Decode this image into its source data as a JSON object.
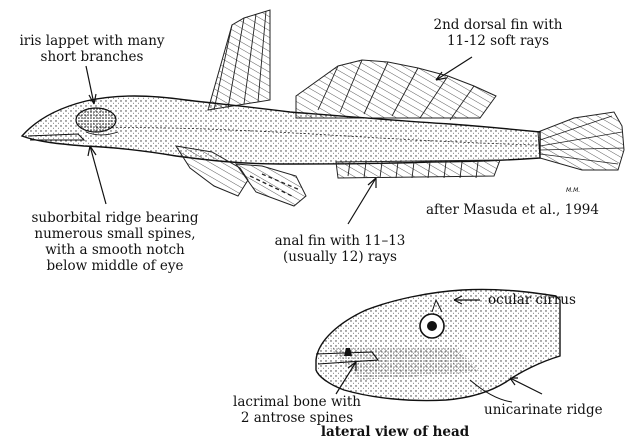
{
  "labels": {
    "iris_lappet": [
      "iris lappet with many",
      "short branches"
    ],
    "second_dorsal": [
      "2nd dorsal fin with",
      "11-12 soft rays"
    ],
    "suborbital": [
      "suborbital ridge bearing",
      "numerous small spines,",
      "with a smooth notch",
      "below middle of eye"
    ],
    "anal_fin": [
      "anal fin with 11–13",
      "(usually 12) rays"
    ],
    "credit": "after Masuda et al., 1994",
    "ocular_cirrus": "ocular cirrus",
    "lacrimal": [
      "lacrimal bone with",
      "2 antrose spines"
    ],
    "unicarinate": "unicarinate ridge",
    "caption": "lateral view of head",
    "signature": "M.M."
  },
  "colors": {
    "ink": "#111111",
    "paper": "#ffffff",
    "stipple": "#555555"
  }
}
